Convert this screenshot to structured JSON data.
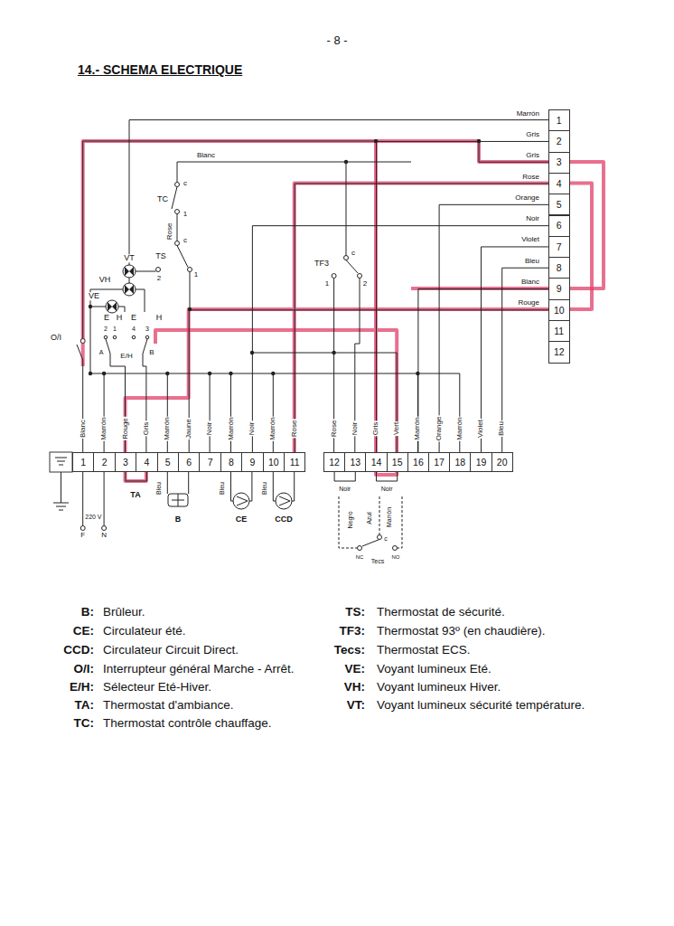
{
  "diagram": {
    "title": "14.- SCHEMA ELECTRIQUE",
    "nodes": [
      {
        "text": [
          "1"
        ]
      },
      {
        "text": [
          "2"
        ]
      },
      {
        "text": [
          "3"
        ]
      },
      {
        "text": [
          "4"
        ]
      },
      {
        "text": [
          "5"
        ]
      },
      {
        "text": [
          "6"
        ]
      },
      {
        "text": [
          "7"
        ]
      },
      {
        "text": [
          "8"
        ]
      },
      {
        "text": [
          "9"
        ]
      },
      {
        "text": [
          "10"
        ]
      },
      {
        "text": [
          "11"
        ]
      },
      {
        "text": [
          "12"
        ]
      },
      {
        "text": [
          "1"
        ]
      },
      {
        "text": [
          "2"
        ]
      },
      {
        "text": [
          "3"
        ]
      },
      {
        "text": [
          "4"
        ]
      },
      {
        "text": [
          "5"
        ]
      },
      {
        "text": [
          "6"
        ]
      },
      {
        "text": [
          "7"
        ]
      },
      {
        "text": [
          "8"
        ]
      },
      {
        "text": [
          "9"
        ]
      },
      {
        "text": [
          "10"
        ]
      },
      {
        "text": [
          "11"
        ]
      },
      {
        "text": [
          "12"
        ]
      },
      {
        "text": [
          "13"
        ]
      },
      {
        "text": [
          "14"
        ]
      },
      {
        "text": [
          "15"
        ]
      },
      {
        "text": [
          "16"
        ]
      },
      {
        "text": [
          "17"
        ]
      },
      {
        "text": [
          "18"
        ]
      },
      {
        "text": [
          "19"
        ]
      },
      {
        "text": [
          "20"
        ]
      }
    ],
    "edges": [
      {
        "from": 1,
        "to": 25,
        "arrow": "none"
      },
      {
        "from": 3,
        "to": 22,
        "arrow": "none"
      },
      {
        "from": 4,
        "to": 28,
        "arrow": "none"
      },
      {
        "from": 5,
        "to": 20,
        "arrow": "none"
      },
      {
        "from": 6,
        "to": 30,
        "arrow": "none"
      },
      {
        "from": 7,
        "to": 31,
        "arrow": "none"
      },
      {
        "from": 8,
        "to": 27,
        "arrow": "none"
      },
      {
        "from": 9,
        "to": 17,
        "arrow": "none"
      },
      {
        "from": 14,
        "to": 15,
        "arrow": "none"
      },
      {
        "from": 23,
        "to": 24,
        "label": "Noir",
        "arrow": "none"
      },
      {
        "from": 25,
        "to": 26,
        "label": "Noir",
        "arrow": "none"
      }
    ],
    "labels": [
      "- 8 -",
      "Marrón",
      "Gris",
      "Gris",
      "Rose",
      "Orange",
      "Noir",
      "Violet",
      "Bleu",
      "Blanc",
      "Rouge",
      "Blanc",
      "TC",
      "c",
      "1",
      "Rose",
      "c",
      "TS",
      "2",
      "1",
      "VT",
      "VH",
      "VE",
      "E",
      "H",
      "E",
      "H",
      "2",
      "1",
      "4",
      "3",
      "A",
      "E/H",
      "B",
      "O/I",
      "TF3",
      "c",
      "1",
      "2",
      "Blanc",
      "Marrón",
      "Rouge",
      "Gris",
      "Marrón",
      "Jaune",
      "Noir",
      "Marrón",
      "Noir",
      "Marrón",
      "Rose",
      "Rose",
      "Noir",
      "Gris",
      "Vert",
      "Marrón",
      "Orange",
      "Marrón",
      "Violet",
      "Bleu",
      "TA",
      "Bleu",
      "B",
      "Bleu",
      "CE",
      "Bleu",
      "CCD",
      "220 V",
      "F",
      "N",
      "Negro",
      "Azul",
      "c",
      "Marrón",
      "NC",
      "Tecs",
      "NO",
      "B:",
      "Brûleur.",
      "CE:",
      "Circulateur été.",
      "CCD:",
      "Circulateur Circuit Direct.",
      "O/I:",
      "Interrupteur général Marche - Arrêt.",
      "E/H:",
      "Sélecteur Eté-Hiver.",
      "TA:",
      "Thermostat d'ambiance.",
      "TC:",
      "Thermostat contrôle chauffage.",
      "TS:",
      "Thermostat de sécurité.",
      "TF3:",
      "Thermostat 93º (en chaudière).",
      "Tecs:",
      "Thermostat ECS.",
      "VE:",
      "Voyant lumineux Eté.",
      "VH:",
      "Voyant lumineux Hiver.",
      "VT:",
      "Voyant lumineux sécurité température."
    ]
  }
}
